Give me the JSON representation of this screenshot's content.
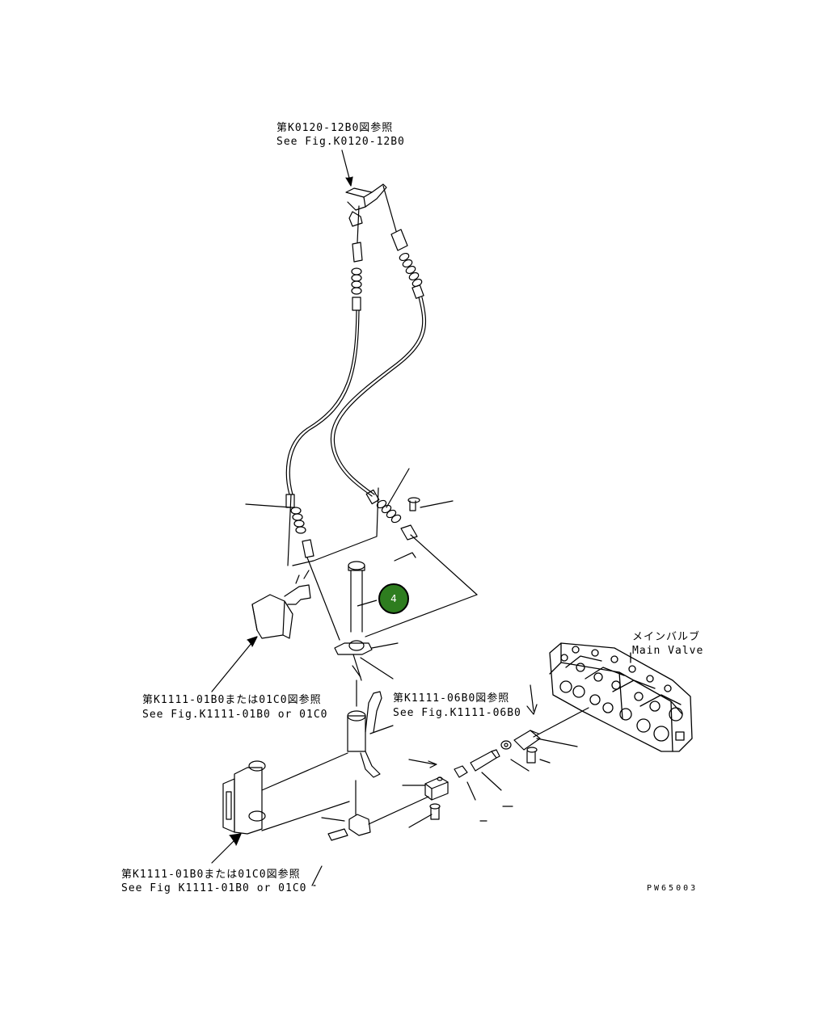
{
  "refs": {
    "top": {
      "jp": "第K0120-12B0図参照",
      "en": "See Fig.K0120-12B0"
    },
    "left_mid": {
      "jp": "第K1111-01B0または01C0図参照",
      "en": "See Fig.K1111-01B0 or 01C0"
    },
    "center_mid": {
      "jp": "第K1111-06B0図参照",
      "en": "See Fig.K1111-06B0"
    },
    "bottom_left": {
      "jp": "第K1111-01B0または01C0図参照",
      "en": "See Fig K1111-01B0 or 01C0"
    }
  },
  "main_valve": {
    "jp": "メインバルブ",
    "en": "Main Valve"
  },
  "callout": {
    "number": "4",
    "color": "#2e7d1f"
  },
  "drawing_code": "PW65003"
}
